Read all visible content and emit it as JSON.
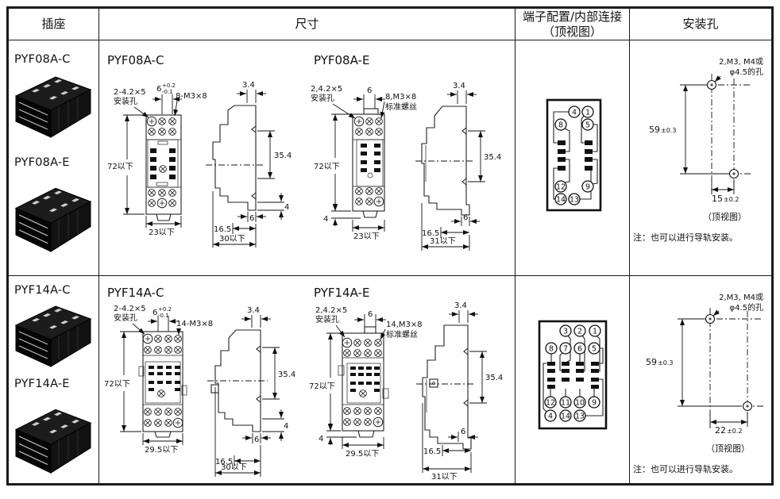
{
  "header": {
    "socket": "插座",
    "dimensions": "尺寸",
    "terminal_line1": "端子配置/内部连接",
    "terminal_line2": "（顶视图）",
    "mounting": "安装孔"
  },
  "row1": {
    "socket": {
      "model_c": "PYF08A-C",
      "model_e": "PYF08A-E"
    },
    "dim_c": {
      "title": "PYF08A-C",
      "hole_line1": "2-4.2×5",
      "hole_line2": "安装孔",
      "pitch": "6",
      "tol_plus": "+0.2",
      "tol_minus": "-0.1",
      "screws": "8-M3×8",
      "front_h": "72以下",
      "front_w": "23以下",
      "top_t": "3.4",
      "side_h": "35.4",
      "foot_h": "4",
      "rail_w": "6",
      "depth_a": "16.5",
      "depth_b": "30以下"
    },
    "dim_e": {
      "title": "PYF08A-E",
      "hole_line1": "2,4.2×5",
      "hole_line2": "安装孔",
      "pitch": "6",
      "screws_line1": "8,M3×8",
      "screws_line2": "标准螺丝",
      "front_h": "72以下",
      "foot": "4",
      "front_w": "23以下",
      "top_t": "3.4",
      "side_h": "35.4",
      "rail_w": "6",
      "depth_a": "16.5",
      "depth_b": "31以下"
    },
    "pins": {
      "p1": "1",
      "p4": "4",
      "p5": "5",
      "p8": "8",
      "p9": "9",
      "p12": "12",
      "p13": "13",
      "p14": "14"
    },
    "mount": {
      "hole_line1": "2,M3, M4或",
      "hole_line2": "φ4.5的孔",
      "v_val": "59",
      "v_tol": "±0.3",
      "h_val": "15",
      "h_tol": "±0.2",
      "view": "（顶视图）",
      "note": "注：也可以进行导轨安装。"
    }
  },
  "row2": {
    "socket": {
      "model_c": "PYF14A-C",
      "model_e": "PYF14A-E"
    },
    "dim_c": {
      "title": "PYF14A-C",
      "hole_line1": "2-4.2×5",
      "hole_line2": "安装孔",
      "pitch": "6",
      "tol_plus": "+0.2",
      "tol_minus": "-0.1",
      "screws": "14-M3×8",
      "front_h": "72以下",
      "front_w": "29.5以下",
      "top_t": "3.4",
      "side_h": "35.4",
      "foot_h": "4",
      "rail_w": "6",
      "depth_a": "16.5",
      "depth_b": "30以下"
    },
    "dim_e": {
      "title": "PYF14A-E",
      "hole_line1": "2,4.2×5",
      "hole_line2": "安装孔",
      "pitch": "6",
      "screws_line1": "14,M3×8",
      "screws_line2": "标准螺丝",
      "front_h": "72以下",
      "foot": "4",
      "front_w": "29.5以下",
      "top_t": "3.4",
      "side_h": "35.4",
      "rail_w": "6",
      "depth_a": "16.5",
      "depth_b": "31以下"
    },
    "pins": {
      "p1": "1",
      "p2": "2",
      "p3": "3",
      "p4": "4",
      "p5": "5",
      "p6": "6",
      "p7": "7",
      "p8": "8",
      "p9": "9",
      "p10": "10",
      "p11": "11",
      "p12": "12",
      "p13": "13",
      "p14": "14"
    },
    "mount": {
      "hole_line1": "2,M3, M4或",
      "hole_line2": "φ4.5的孔",
      "v_val": "59",
      "v_tol": "±0.3",
      "h_val": "22",
      "h_tol": "±0.2",
      "view": "（顶视图）",
      "note": "注：也可以进行导轨安装。"
    }
  }
}
